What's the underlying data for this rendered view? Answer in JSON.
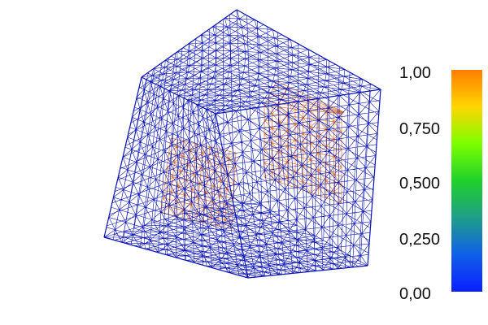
{
  "colors": {
    "background": "#ffffff",
    "mesh_outer": "#0a14b4",
    "mesh_inner": "#e0783a"
  },
  "scalar_bar": {
    "labels": [
      "1,00",
      "0,750",
      "0,500",
      "0,250",
      "0,00"
    ],
    "range": [
      0,
      1
    ],
    "colormap": [
      "#ff7d00",
      "#ffd500",
      "#7cff00",
      "#1fd12a",
      "#1f9e8a",
      "#1060e8",
      "#0a1eff"
    ]
  }
}
